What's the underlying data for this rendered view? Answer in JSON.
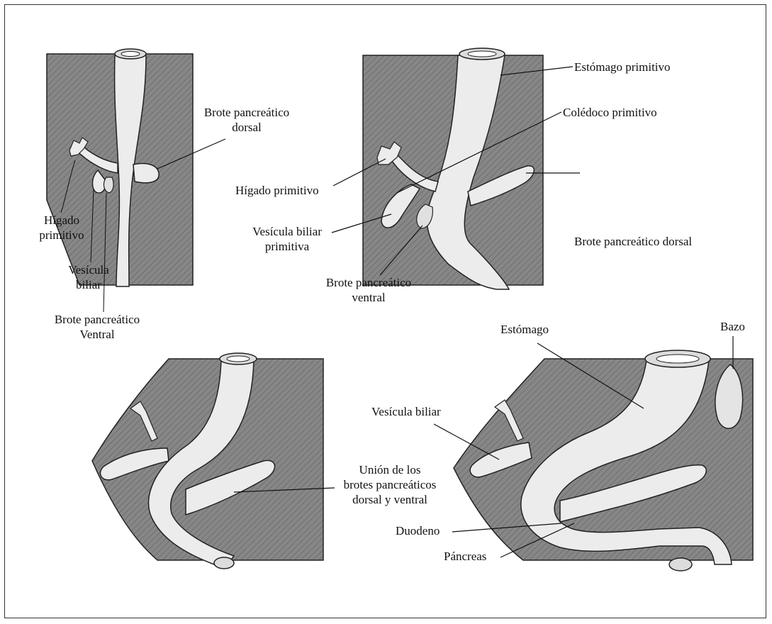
{
  "colors": {
    "tissue": "#8a8a8a",
    "tissue_dark": "#6f6f6f",
    "organ": "#ececec",
    "ink": "#151515"
  },
  "panel1": {
    "brote_dorsal_1": "Brote pancreático",
    "brote_dorsal_2": "dorsal",
    "higado_1": "Hígado",
    "higado_2": "primitivo",
    "vesicula_1": "Vesícula",
    "vesicula_2": "biliar",
    "brote_ventral_1": "Brote pancreático",
    "brote_ventral_2": "Ventral"
  },
  "panel2": {
    "estomago": "Estómago primitivo",
    "coledoco": "Colédoco primitivo",
    "higado": "Hígado primitivo",
    "vesicula_1": "Vesícula biliar",
    "vesicula_2": "primitiva",
    "brote_dorsal": "Brote pancreático dorsal",
    "brote_ventral_1": "Brote pancreático",
    "brote_ventral_2": "ventral"
  },
  "panel3": {
    "union_1": "Unión de los",
    "union_2": "brotes pancreáticos",
    "union_3": "dorsal y ventral"
  },
  "panel4": {
    "estomago": "Estómago",
    "bazo": "Bazo",
    "vesicula": "Vesícula biliar",
    "duodeno": "Duodeno",
    "pancreas": "Páncreas"
  }
}
